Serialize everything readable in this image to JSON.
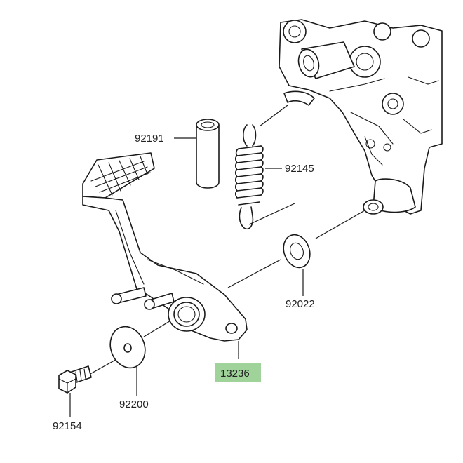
{
  "colors": {
    "highlight": "#9fd39a",
    "ink": "#1a1a1a",
    "background": "#ffffff"
  },
  "parts": {
    "p92191": "92191",
    "p92145": "92145",
    "p92022": "92022",
    "p13236": "13236",
    "p92200": "92200",
    "p92154": "92154"
  }
}
